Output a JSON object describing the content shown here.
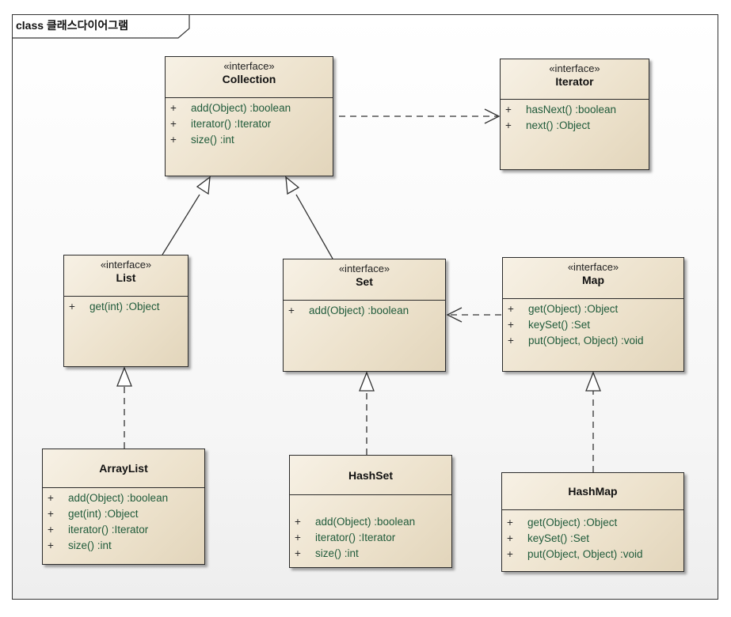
{
  "diagram_title": "class 클래스다이어그램",
  "classes": {
    "collection": {
      "stereotype": "«interface»",
      "name": "Collection",
      "ops": [
        "add(Object) :boolean",
        "iterator() :Iterator",
        "size() :int"
      ]
    },
    "iterator": {
      "stereotype": "«interface»",
      "name": "Iterator",
      "ops": [
        "hasNext() :boolean",
        "next() :Object"
      ]
    },
    "list": {
      "stereotype": "«interface»",
      "name": "List",
      "ops": [
        "get(int) :Object"
      ]
    },
    "set": {
      "stereotype": "«interface»",
      "name": "Set",
      "ops": [
        "add(Object) :boolean"
      ]
    },
    "map": {
      "stereotype": "«interface»",
      "name": "Map",
      "ops": [
        "get(Object) :Object",
        "keySet() :Set",
        "put(Object, Object) :void"
      ]
    },
    "arraylist": {
      "name": "ArrayList",
      "ops": [
        "add(Object) :boolean",
        "get(int) :Object",
        "iterator() :Iterator",
        "size() :int"
      ]
    },
    "hashset": {
      "name": "HashSet",
      "ops": [
        "add(Object) :boolean",
        "iterator() :Iterator",
        "size() :int"
      ]
    },
    "hashmap": {
      "name": "HashMap",
      "ops": [
        "get(Object) :Object",
        "keySet() :Set",
        "put(Object, Object) :void"
      ]
    }
  },
  "visibility_symbol": "+",
  "relations": [
    {
      "from": "list",
      "to": "collection",
      "kind": "generalization"
    },
    {
      "from": "set",
      "to": "collection",
      "kind": "generalization"
    },
    {
      "from": "arraylist",
      "to": "list",
      "kind": "realization"
    },
    {
      "from": "hashset",
      "to": "set",
      "kind": "realization"
    },
    {
      "from": "hashmap",
      "to": "map",
      "kind": "realization"
    },
    {
      "from": "collection",
      "to": "iterator",
      "kind": "dependency"
    },
    {
      "from": "map",
      "to": "set",
      "kind": "dependency"
    }
  ]
}
